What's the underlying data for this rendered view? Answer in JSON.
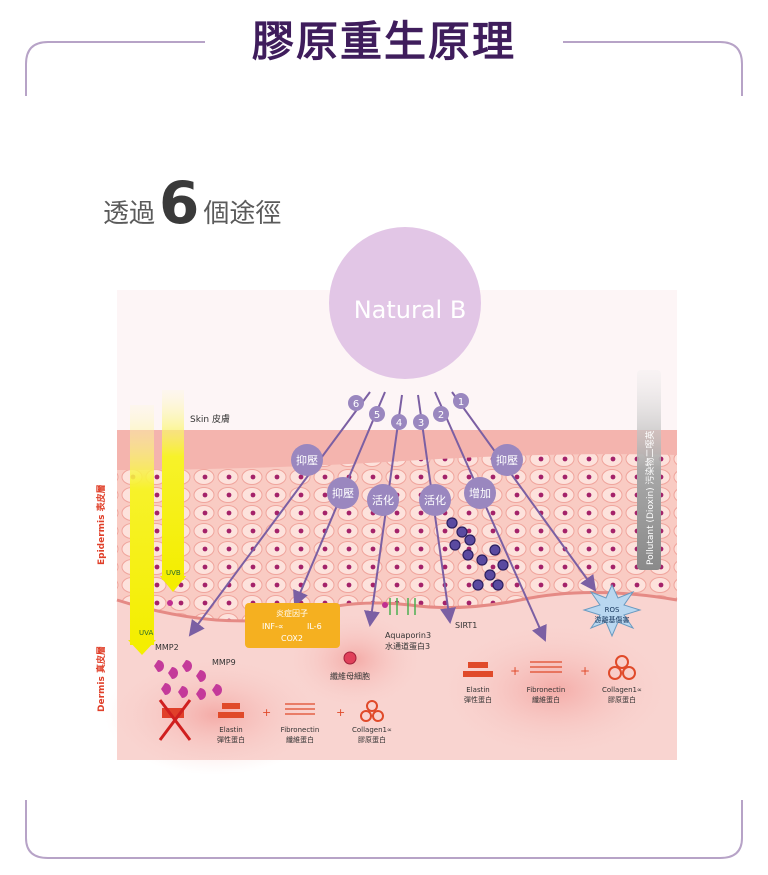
{
  "title": "膠原重生原理",
  "subtitle": {
    "prefix": "透過",
    "number": "6",
    "suffix": "個途徑"
  },
  "center": {
    "label": "Natural B"
  },
  "pathway_numbers": [
    "6",
    "5",
    "4",
    "3",
    "2",
    "1"
  ],
  "actions": {
    "suppress_left": "抑壓",
    "suppress_mid": "抑壓",
    "activate_1": "活化",
    "activate_2": "活化",
    "increase": "增加",
    "suppress_right": "抑壓"
  },
  "layers": {
    "skin": "Skin 皮膚",
    "epidermis": "Epidermis 表皮層",
    "dermis": "Dermis 真皮層"
  },
  "radiation": {
    "uvb": "UVB",
    "uva": "UVA",
    "pollutant": "Pollutant (Dioxin) 污染物二噁英"
  },
  "inflammation": {
    "title": "炎症因子",
    "line1": "INF-∝",
    "line1b": "IL-6",
    "line2": "COX2"
  },
  "labels": {
    "mmp2": "MMP2",
    "mmp9": "MMP9",
    "fibroblast": "纖維母細胞",
    "aquaporin_en": "Aquaporin3",
    "aquaporin_zh": "水通道蛋白3",
    "sirt1": "SIRT1",
    "ros_en": "ROS",
    "ros_zh": "游離基傷害"
  },
  "proteins": {
    "elastin_en": "Elastin",
    "elastin_zh": "彈性蛋白",
    "fibronectin_en": "Fibronectin",
    "fibronectin_zh": "纖維蛋白",
    "collagen_en": "Collagen1∝",
    "collagen_zh": "膠原蛋白",
    "plus": "+"
  },
  "colors": {
    "title": "#3f1d5c",
    "accent_purple": "#7b5fa3",
    "bubble": "#e2c6e6",
    "skin": "#f6b8b2",
    "dermis": "#f9d4d0",
    "uv_yellow": "#f4f000",
    "warning_orange": "#f0a020",
    "protein_red": "#e04a2a"
  }
}
